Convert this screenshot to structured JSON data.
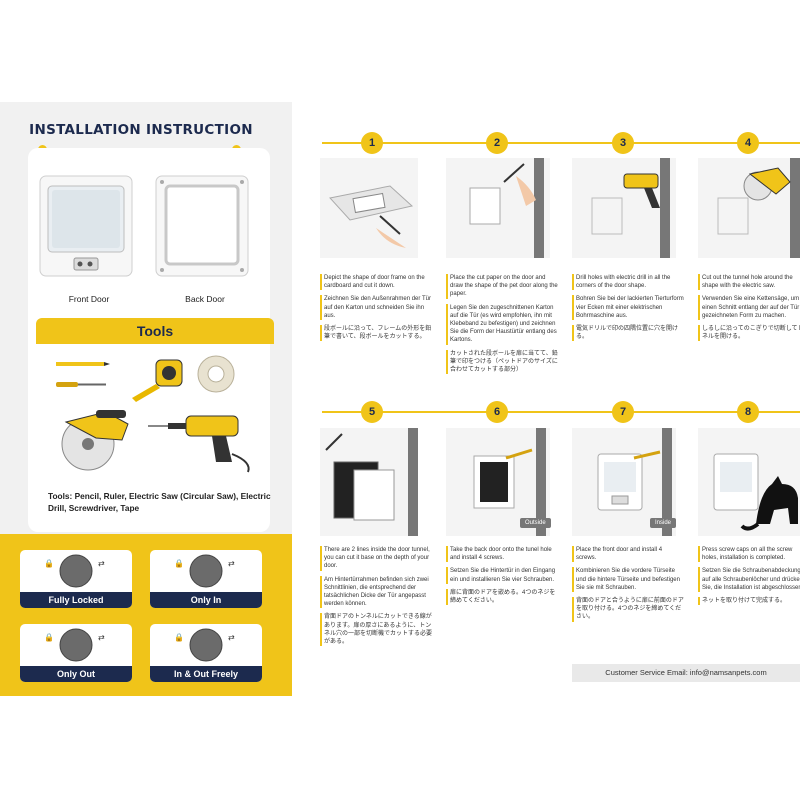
{
  "title": "INSTALLATION INSTRUCTION",
  "doors": {
    "front_label": "Front Door",
    "back_label": "Back Door"
  },
  "tools": {
    "heading": "Tools",
    "list": "Tools: Pencil, Ruler, Electric Saw (Circular Saw), Electric Drill, Screwdriver, Tape"
  },
  "lock_modes": [
    "Fully Locked",
    "Only In",
    "Only Out",
    "In & Out Freely"
  ],
  "steps": [
    {
      "num": "1",
      "en": "Depict the shape of door frame on the cardboard and cut it down.",
      "de": "Zeichnen Sie den Außenrahmen der Tür auf den Karton und schneiden Sie ihn aus.",
      "ja": "段ボールに沿って、フレームの外形を鉛筆で書いて、段ボールをカットする。"
    },
    {
      "num": "2",
      "en": "Place the cut paper on the door and draw the shape of the pet door along the paper.",
      "de": "Legen Sie den zugeschnittenen Karton auf die Tür (es wird empfohlen, ihn mit Klebeband zu befestigen) und zeichnen Sie die Form der Haustürtür entlang des Kartons.",
      "ja": "カットされた段ボールを扉に当てて、鉛筆で印をつける（ペットドアのサイズに合わせてカットする部分）"
    },
    {
      "num": "3",
      "en": "Drill holes with electric drill in all the corners of the door shape.",
      "de": "Bohren Sie bei der lackierten Tierturform vier Ecken mit einer elektrischen Bohrmaschine aus.",
      "ja": "電気ドリルで印の四隅位置に穴を開ける。"
    },
    {
      "num": "4",
      "en": "Cut out the tunnel hole around the shape with the electric saw.",
      "de": "Verwenden Sie eine Kettensäge, um einen Schnitt entlang der auf der Tür gezeichneten Form zu machen.",
      "ja": "しるしに沿ってのこぎりで切断してトンネルを開ける。"
    },
    {
      "num": "5",
      "en": "There are 2 lines inside the door tunnel, you can cut it base on the depth of your door.",
      "de": "Am Hintertürrahmen befinden sich zwei Schnittlinien, die entsprechend der tatsächlichen Dicke der Tür angepasst werden können.",
      "ja": "背面ドアのトンネルにカットできる線があります。扉の厚さにあるように、トンネル穴の一部を切断機でカットする必要がある。"
    },
    {
      "num": "6",
      "en": "Take the back door onto the tunel hole and install 4 screws.",
      "de": "Setzen Sie die Hintertür in den Eingang ein und installieren Sie vier Schrauben.",
      "ja": "扉に背面のドアを嵌める。4つのネジを締めてください。",
      "tag": "Outside"
    },
    {
      "num": "7",
      "en": "Place the front door and install 4 screws.",
      "de": "Kombinieren Sie die vordere Türseite und die hintere Türseite und befestigen Sie sie mit Schrauben.",
      "ja": "背面のドアと合うように扉に前面のドアを取り付ける。4つのネジを締めてください。",
      "tag": "Inside"
    },
    {
      "num": "8",
      "en": "Press screw caps on all the screw holes, installation is completed.",
      "de": "Setzen Sie die Schraubenabdeckung auf alle Schraubenlöcher und drücken Sie, die Installation ist abgeschlossen.",
      "ja": "ネットを取り付けて完成する。"
    }
  ],
  "service": "Customer Service Email: info@namsanpets.com",
  "colors": {
    "accent": "#f0c419",
    "navy": "#1c2a4e",
    "panel": "#f1f1f1"
  }
}
